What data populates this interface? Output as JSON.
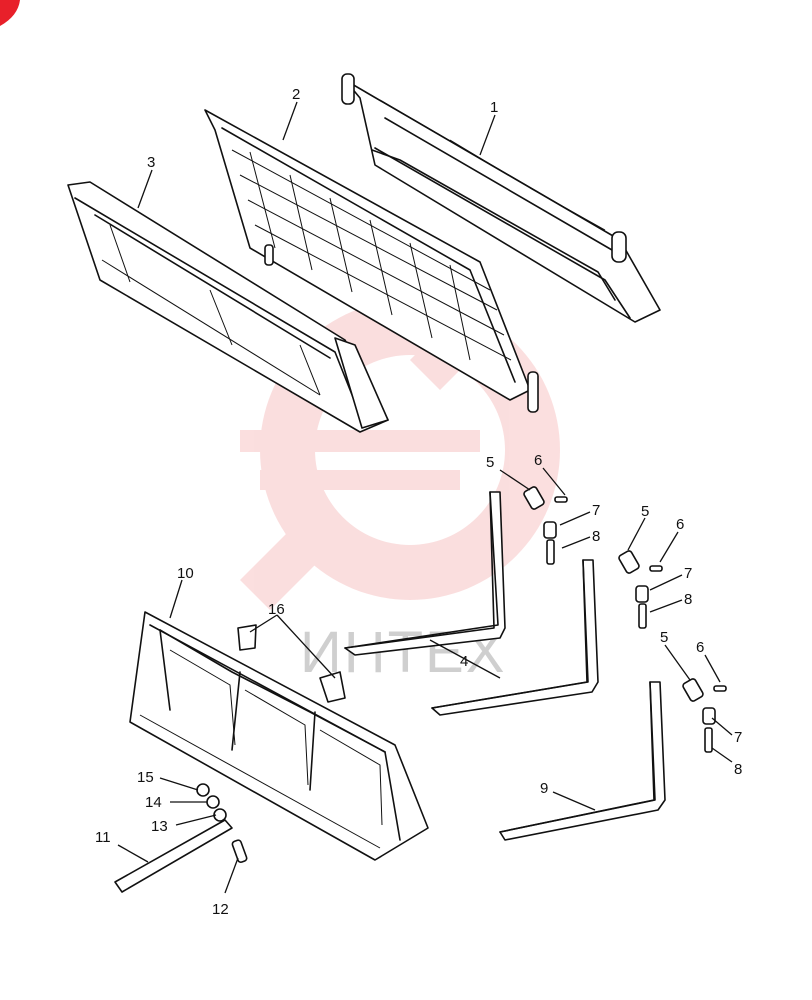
{
  "watermark": {
    "text": "ИНТЕХ",
    "logo_color": "#f5b5b5",
    "corner_color": "#e8202a"
  },
  "callouts": [
    {
      "id": "c1",
      "label": "1"
    },
    {
      "id": "c2",
      "label": "2"
    },
    {
      "id": "c3",
      "label": "3"
    },
    {
      "id": "c4",
      "label": "4"
    },
    {
      "id": "c5a",
      "label": "5"
    },
    {
      "id": "c5b",
      "label": "5"
    },
    {
      "id": "c5c",
      "label": "5"
    },
    {
      "id": "c6a",
      "label": "6"
    },
    {
      "id": "c6b",
      "label": "6"
    },
    {
      "id": "c6c",
      "label": "6"
    },
    {
      "id": "c7a",
      "label": "7"
    },
    {
      "id": "c7b",
      "label": "7"
    },
    {
      "id": "c7c",
      "label": "7"
    },
    {
      "id": "c8a",
      "label": "8"
    },
    {
      "id": "c8b",
      "label": "8"
    },
    {
      "id": "c8c",
      "label": "8"
    },
    {
      "id": "c9",
      "label": "9"
    },
    {
      "id": "c10",
      "label": "10"
    },
    {
      "id": "c11",
      "label": "11"
    },
    {
      "id": "c12",
      "label": "12"
    },
    {
      "id": "c13",
      "label": "13"
    },
    {
      "id": "c14",
      "label": "14"
    },
    {
      "id": "c15",
      "label": "15"
    },
    {
      "id": "c16",
      "label": "16"
    }
  ]
}
